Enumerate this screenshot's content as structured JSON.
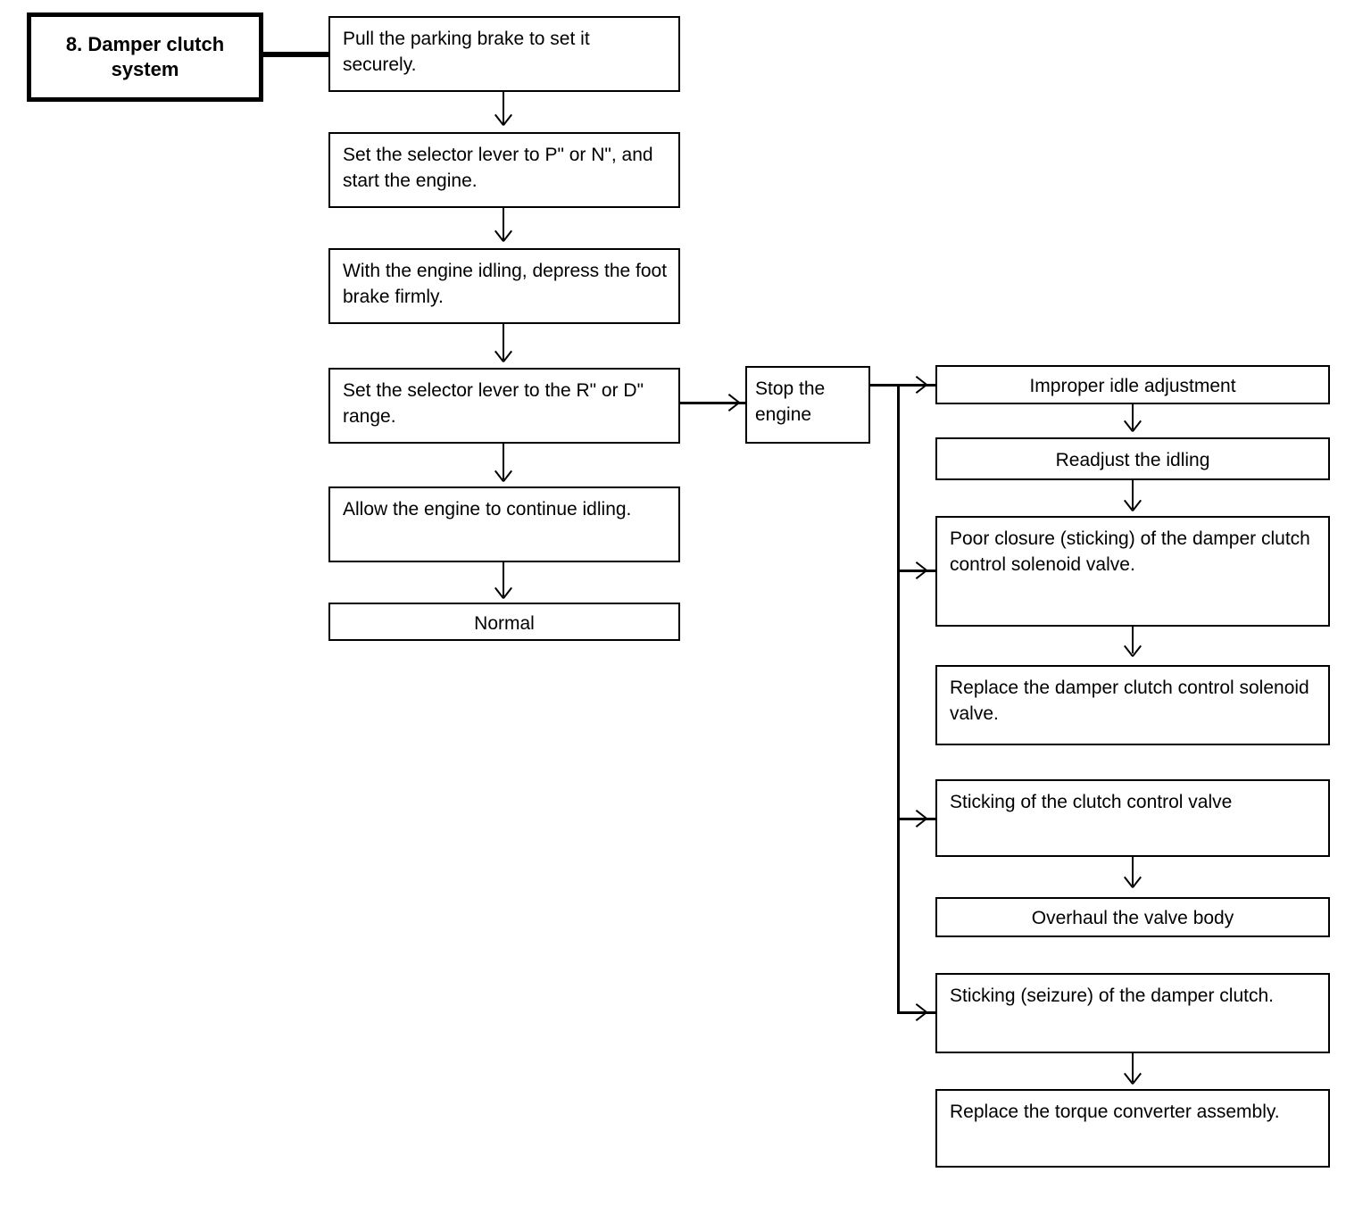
{
  "diagram": {
    "title": "8. Damper clutch\nsystem",
    "title_line1": "8. Damper clutch",
    "title_line2": "system",
    "left_column": [
      {
        "id": "pull-parking-brake",
        "text": "Pull the parking brake to set it securely."
      },
      {
        "id": "set-lever-p-n",
        "text": "Set the selector lever to P\" or N\", and start the engine."
      },
      {
        "id": "depress-foot-brake",
        "text": "With the engine idling, depress the foot brake firmly."
      },
      {
        "id": "set-lever-r-d",
        "text": "Set the selector lever to the R\" or D\" range."
      },
      {
        "id": "continue-idling",
        "text": "Allow the engine to continue idling."
      },
      {
        "id": "normal",
        "text": "Normal"
      }
    ],
    "middle": {
      "id": "stop-the-engine",
      "text": "Stop the engine"
    },
    "right_column": [
      {
        "id": "improper-idle-adjustment",
        "text": "Improper idle adjustment"
      },
      {
        "id": "readjust-the-idling",
        "text": "Readjust the idling"
      },
      {
        "id": "poor-closure-solenoid",
        "text": "Poor closure (sticking) of the damper clutch control solenoid  valve."
      },
      {
        "id": "replace-solenoid-valve",
        "text": "Replace the damper clutch control solenoid valve."
      },
      {
        "id": "sticking-clutch-control-valve",
        "text": "Sticking of the clutch control valve"
      },
      {
        "id": "overhaul-valve-body",
        "text": "Overhaul the valve body"
      },
      {
        "id": "sticking-seizure-damper-clutch",
        "text": "Sticking (seizure) of the damper clutch."
      },
      {
        "id": "replace-torque-converter",
        "text": "Replace the torque converter assembly."
      }
    ]
  },
  "colors": {
    "line": "#000000",
    "box_fill": "#ffffff",
    "page_bg": "#ffffff"
  }
}
